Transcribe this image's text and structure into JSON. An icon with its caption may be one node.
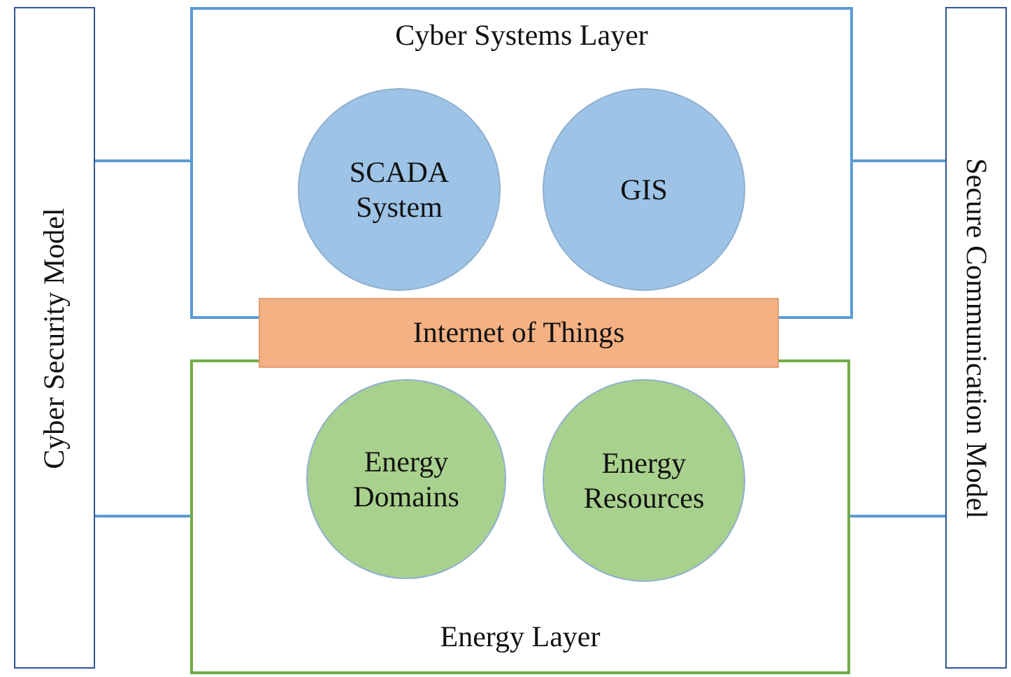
{
  "diagram": {
    "nodes": [
      {
        "text": [
          "Cyber Security Model"
        ]
      },
      {
        "text": [
          "Cyber Systems Layer"
        ]
      },
      {
        "text": [
          "SCADA System"
        ],
        "in": 1
      },
      {
        "text": [
          "GIS"
        ],
        "in": 1
      },
      {
        "text": [
          "Internet of Things"
        ]
      },
      {
        "text": [
          "Energy Layer"
        ]
      },
      {
        "text": [
          "Energy Domains"
        ],
        "in": 5
      },
      {
        "text": [
          "Energy Resources"
        ],
        "in": 5
      },
      {
        "text": [
          "Secure Communication Model"
        ]
      }
    ],
    "edges": [
      {
        "from": 0,
        "to": 1,
        "arrow": "none"
      },
      {
        "from": 0,
        "to": 5,
        "arrow": "none"
      },
      {
        "from": 1,
        "to": 8,
        "arrow": "none"
      },
      {
        "from": 5,
        "to": 8,
        "arrow": "none"
      }
    ]
  }
}
